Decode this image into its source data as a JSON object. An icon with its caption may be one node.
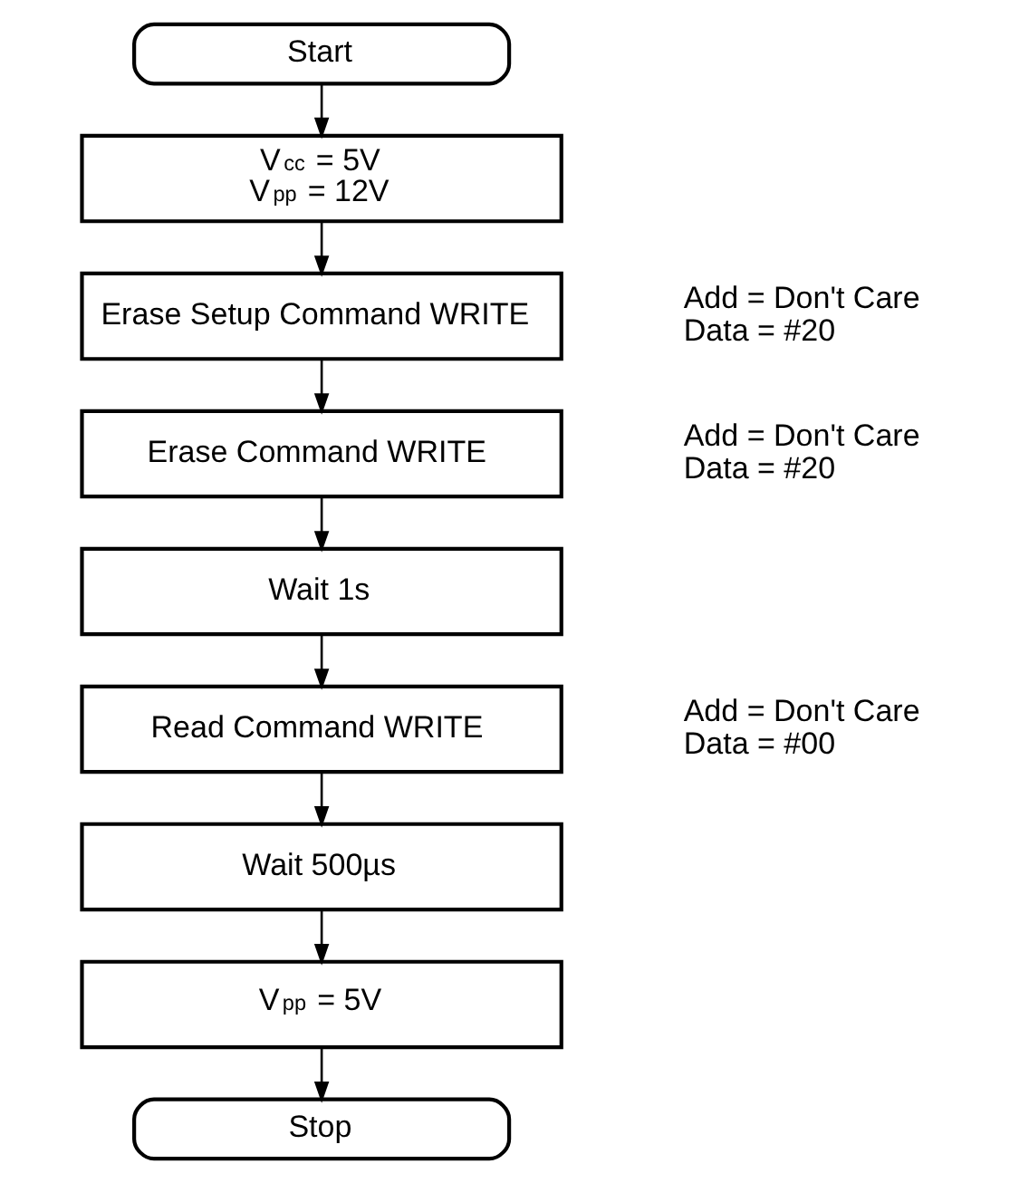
{
  "diagram": {
    "nodes": [
      {
        "text": [
          "Start"
        ]
      },
      {
        "text": [
          "V$_{cc}$ = 5V",
          "V$_{pp}$ = 12V"
        ]
      },
      {
        "text": [
          "Erase Setup Command WRITE"
        ],
        "beside": [
          "Add = Don't Care",
          "Data = #20"
        ]
      },
      {
        "text": [
          "Erase Command WRITE"
        ],
        "beside": [
          "Add = Don't Care",
          "Data = #20"
        ]
      },
      {
        "text": [
          "Wait 1s"
        ]
      },
      {
        "text": [
          "Read Command WRITE"
        ],
        "beside": [
          "Add = Don't Care",
          "Data = #00"
        ]
      },
      {
        "text": [
          "Wait 500µs"
        ]
      },
      {
        "text": [
          "V$_{pp}$ = 5V"
        ]
      },
      {
        "text": [
          "Stop"
        ]
      }
    ],
    "edges": [
      {
        "from": 0,
        "to": 1,
        "arrow": "to"
      },
      {
        "from": 1,
        "to": 2,
        "arrow": "to"
      },
      {
        "from": 2,
        "to": 3,
        "arrow": "to"
      },
      {
        "from": 3,
        "to": 4,
        "arrow": "to"
      },
      {
        "from": 4,
        "to": 5,
        "arrow": "to"
      },
      {
        "from": 5,
        "to": 6,
        "arrow": "to"
      },
      {
        "from": 6,
        "to": 7,
        "arrow": "to"
      },
      {
        "from": 7,
        "to": 8,
        "arrow": "to"
      }
    ]
  }
}
